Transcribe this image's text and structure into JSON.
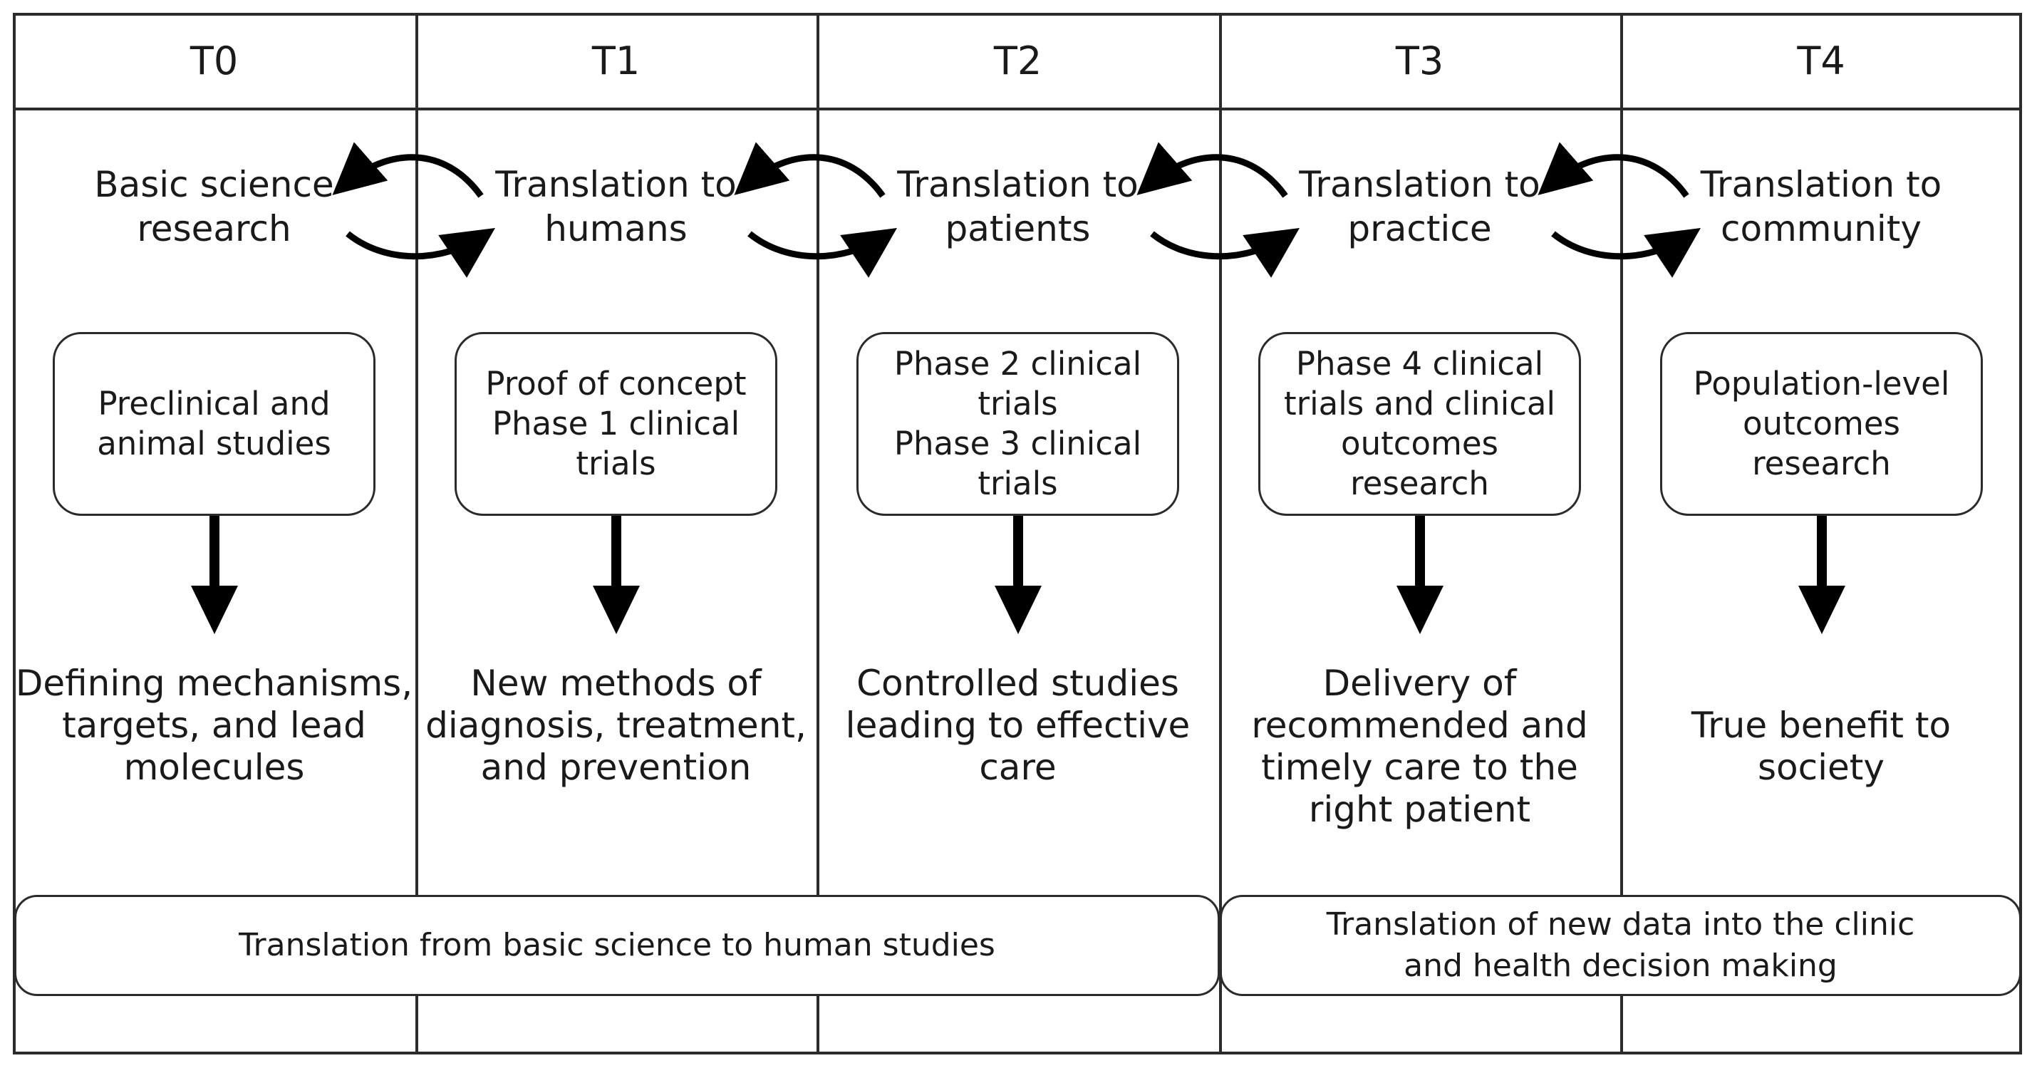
{
  "stages": [
    {
      "id": "T0",
      "header": "T0",
      "stage": "Basic science\nresearch",
      "box": "Preclinical and\nanimal studies",
      "outcome": "Defining mechanisms,\ntargets, and lead\nmolecules"
    },
    {
      "id": "T1",
      "header": "T1",
      "stage": "Translation to\nhumans",
      "box": "Proof of concept\nPhase 1 clinical\ntrials",
      "outcome": "New methods of\ndiagnosis, treatment,\nand prevention"
    },
    {
      "id": "T2",
      "header": "T2",
      "stage": "Translation to\npatients",
      "box": "Phase 2 clinical\ntrials\nPhase 3 clinical\ntrials",
      "outcome": "Controlled studies\nleading to effective\ncare"
    },
    {
      "id": "T3",
      "header": "T3",
      "stage": "Translation to\npractice",
      "box": "Phase 4 clinical\ntrials and clinical\noutcomes\nresearch",
      "outcome": "Delivery of\nrecommended and\ntimely care to the\nright patient"
    },
    {
      "id": "T4",
      "header": "T4",
      "stage": "Translation to\ncommunity",
      "box": "Population-level\noutcomes\nresearch",
      "outcome": "\nTrue benefit to\nsociety"
    }
  ],
  "bands": {
    "left": "Translation from basic science to human studies",
    "right": "Translation of new data into the clinic\nand health decision making"
  },
  "colors": {
    "line": "#2b2b2b",
    "arrow": "#000000",
    "text": "#1a1a1a",
    "background": "#ffffff"
  }
}
